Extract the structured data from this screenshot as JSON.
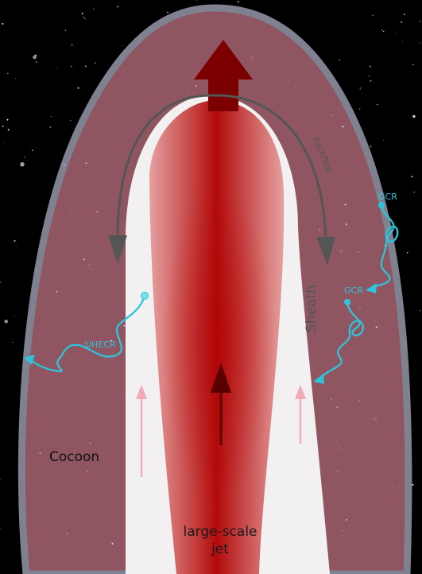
{
  "labels": {
    "backflow": "backflow",
    "sheath": "Sheath",
    "cocoon": "Cocoon",
    "jet_line1": "large-scale",
    "jet_line2": "jet",
    "uhecr": "UHECR",
    "gcr_upper": "GCR",
    "gcr_lower": "GCR"
  },
  "colors": {
    "background": "#000000",
    "cocoon_fill": "#9a5c68",
    "cocoon_edge": "#7f8090",
    "sheath_fill": "#f2f0f0",
    "jet_core": "#b50d0d",
    "jet_edge": "#e39d9d",
    "arrow_dark_red": "#7d0000",
    "backflow_arrow": "#555555",
    "small_arrows": "#f0a9b5",
    "cosmic_ray": "#2ec4dc"
  }
}
